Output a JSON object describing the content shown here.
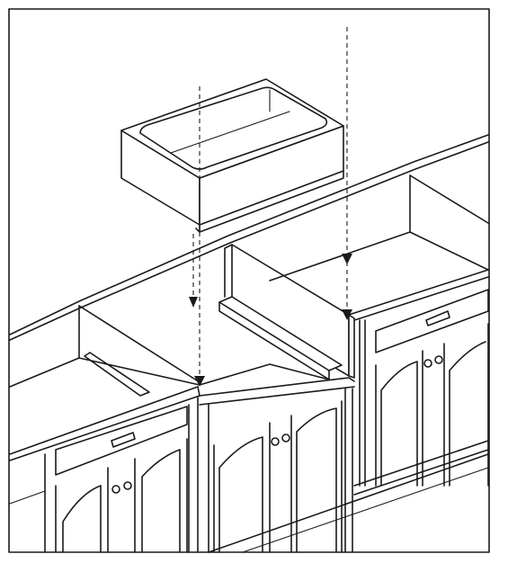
{
  "figure": {
    "background": "#ffffff",
    "line_color": "#1a1a1a",
    "subject": [
      "farmhouse-sink",
      "base-cabinets",
      "countertop-cutout"
    ]
  }
}
